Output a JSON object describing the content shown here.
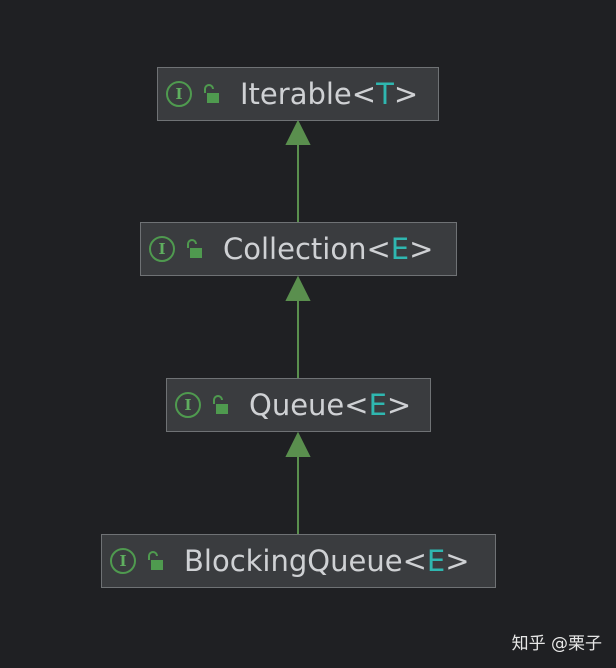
{
  "nodes": [
    {
      "name": "Iterable",
      "type_param": "T",
      "lt": "<",
      "gt": ">",
      "badge": "I"
    },
    {
      "name": "Collection",
      "type_param": "E",
      "lt": "<",
      "gt": ">",
      "badge": "I"
    },
    {
      "name": "Queue",
      "type_param": "E",
      "lt": "<",
      "gt": ">",
      "badge": "I"
    },
    {
      "name": "BlockingQueue",
      "type_param": "E",
      "lt": "<",
      "gt": ">",
      "badge": "I"
    }
  ],
  "watermark": "知乎 @栗子",
  "colors": {
    "background": "#1f2023",
    "node_fill": "#3a3c3f",
    "node_border": "#6f7275",
    "arrow": "#5a8f4e",
    "type_param": "#2fb7b0",
    "badge": "#4f9a4f"
  }
}
